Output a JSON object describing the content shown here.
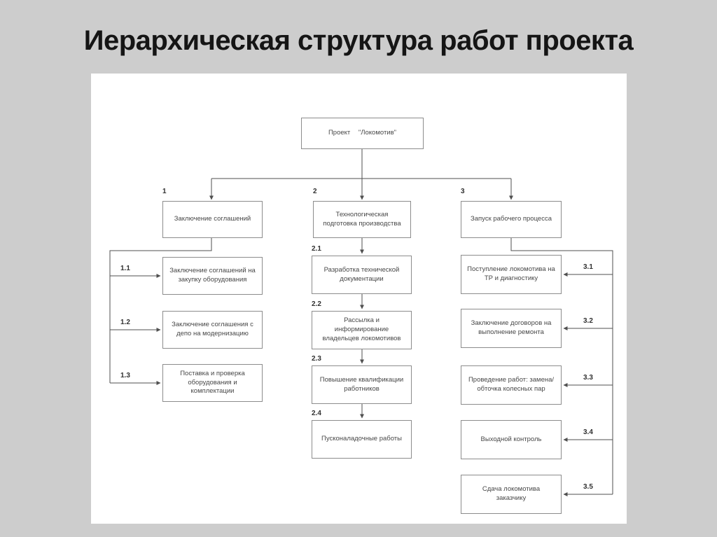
{
  "page": {
    "title": "Иерархическая структура работ проекта"
  },
  "colors": {
    "page_background": "#cdcdcd",
    "canvas_background": "#ffffff",
    "box_border": "#8c8c8c",
    "connector_line": "#4f4f4f",
    "title_text": "#151515",
    "box_text": "#474747"
  },
  "diagram": {
    "type": "work-breakdown-structure",
    "root": {
      "label": "Проект \"Локомотив\""
    },
    "branches": [
      {
        "number": "1",
        "label": "Заключение соглашений",
        "children": [
          {
            "number": "1.1",
            "label": "Заключение соглашений на закупку оборудования"
          },
          {
            "number": "1.2",
            "label": "Заключение соглашения с депо на модернизацию"
          },
          {
            "number": "1.3",
            "label": "Поставка и проверка оборудования и комплектации"
          }
        ]
      },
      {
        "number": "2",
        "label": "Технологическая подготовка производства",
        "children": [
          {
            "number": "2.1",
            "label": "Разработка технической документации"
          },
          {
            "number": "2.2",
            "label": "Рассылка и информирование владельцев локомотивов"
          },
          {
            "number": "2.3",
            "label": "Повышение квалификации работников"
          },
          {
            "number": "2.4",
            "label": "Пусконаладочные работы"
          }
        ]
      },
      {
        "number": "3",
        "label": "Запуск рабочего процесса",
        "children": [
          {
            "number": "3.1",
            "label": "Поступление локомотива на ТР и диагностику"
          },
          {
            "number": "3.2",
            "label": "Заключение договоров на выполнение ремонта"
          },
          {
            "number": "3.3",
            "label": "Проведение работ: замена/ обточка колесных пар"
          },
          {
            "number": "3.4",
            "label": "Выходной контроль"
          },
          {
            "number": "3.5",
            "label": "Сдача локомотива заказчику"
          }
        ]
      }
    ]
  }
}
